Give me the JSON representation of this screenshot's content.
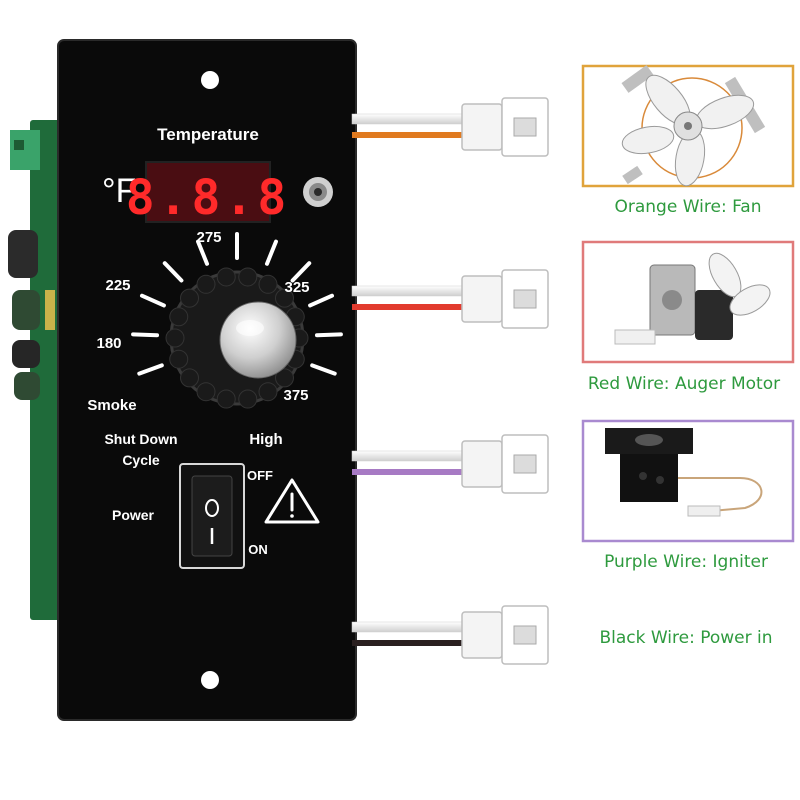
{
  "panel": {
    "title": "Temperature",
    "unit": "°F",
    "display": "8.8.8",
    "dial_labels": [
      "Smoke",
      "180",
      "225",
      "275",
      "325",
      "375",
      "High"
    ],
    "shutdown_label": [
      "Shut Down",
      "Cycle"
    ],
    "power_label": "Power",
    "switch_off": "OFF",
    "switch_on": "ON"
  },
  "wires": [
    {
      "label": "Orange Wire: Fan",
      "color": "#e07a1f"
    },
    {
      "label": "Red Wire: Auger Motor",
      "color": "#e23b2e"
    },
    {
      "label": "Purple Wire: Igniter",
      "color": "#a77ac4"
    },
    {
      "label": "Black Wire: Power in",
      "color": "#2a2020"
    }
  ],
  "frames": [
    {
      "color": "#e0a33b"
    },
    {
      "color": "#e07a7a"
    },
    {
      "color": "#a98ad0"
    }
  ],
  "colors": {
    "panel": "#0a0a0a",
    "pcb": "#1f6b3a",
    "label_green": "#2e9a3e",
    "led_red": "#ff2a2a"
  }
}
